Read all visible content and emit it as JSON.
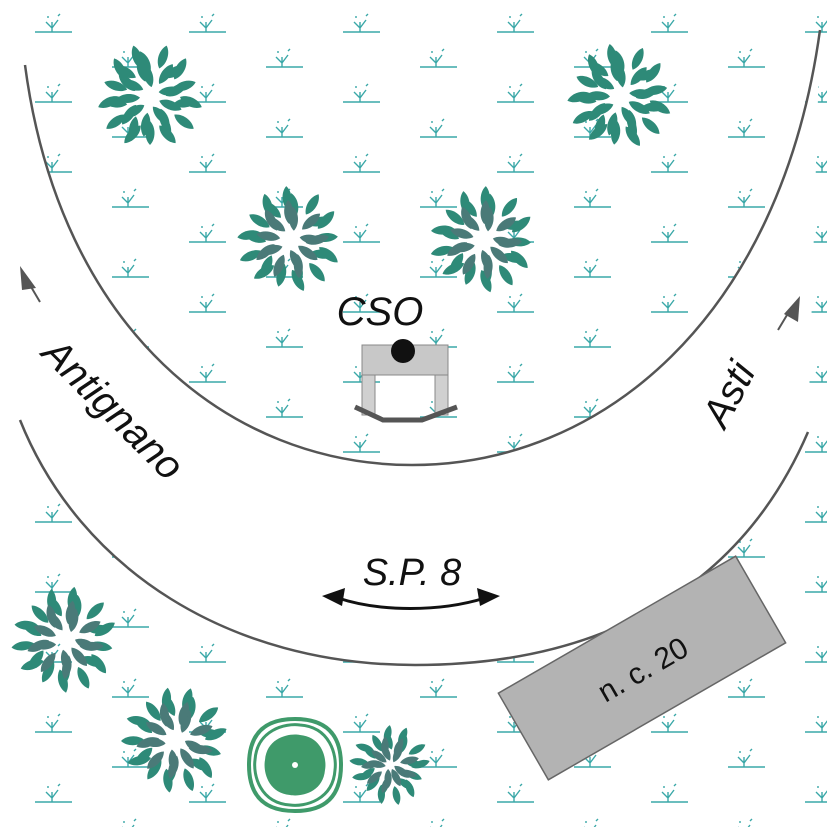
{
  "labels": {
    "cso": "CSO",
    "antignano": "Antignano",
    "asti": "Asti",
    "road": "S.P. 8",
    "building": "n. c. 20"
  },
  "colors": {
    "grass": "#3aa8a8",
    "foliage": "#2e8a78",
    "foliage_dark": "#4a7a78",
    "road_line": "#555555",
    "building": "#b3b3b3",
    "plant": "#3f9a6a"
  }
}
